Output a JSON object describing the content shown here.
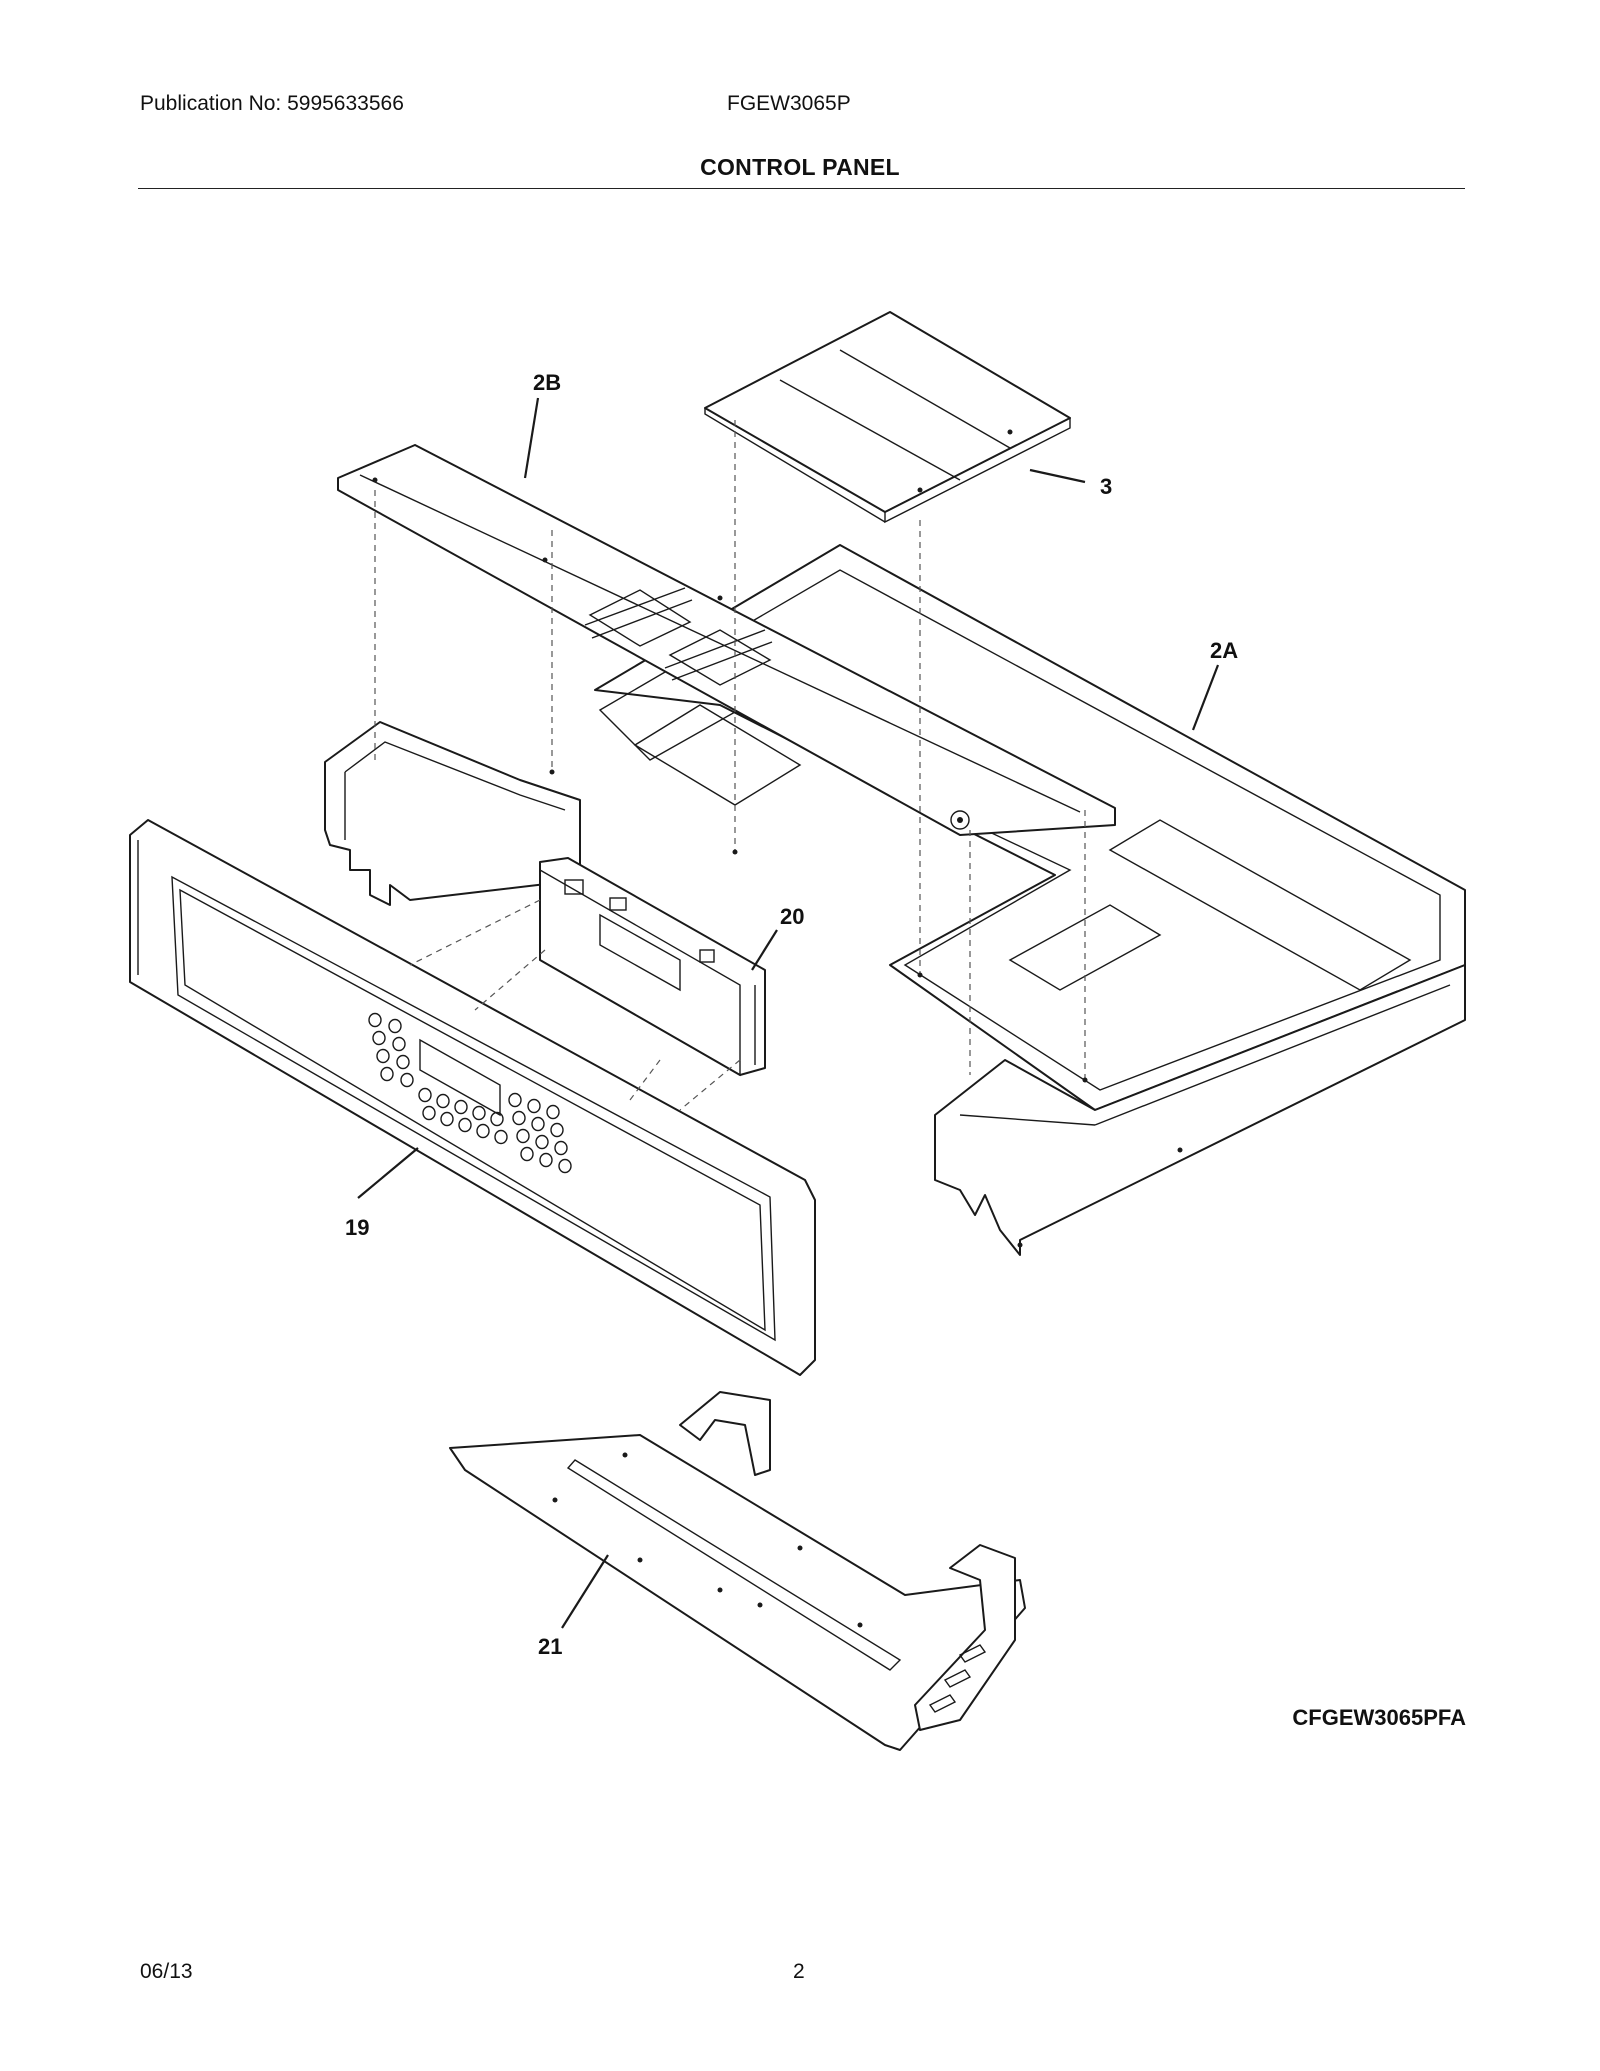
{
  "header": {
    "publication": "Publication No: 5995633566",
    "model": "FGEW3065P",
    "title": "CONTROL PANEL"
  },
  "callouts": {
    "c2B": "2B",
    "c3": "3",
    "c2A": "2A",
    "c20": "20",
    "c19": "19",
    "c21": "21"
  },
  "figure_id": "CFGEW3065PFA",
  "footer": {
    "date": "06/13",
    "page": "2"
  }
}
